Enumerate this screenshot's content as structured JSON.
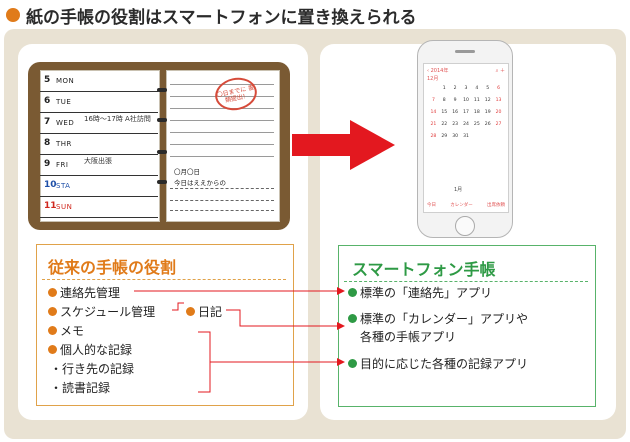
{
  "title": "紙の手帳の役割はスマートフォンに置き換えられる",
  "organizer": {
    "days": [
      {
        "num": "5",
        "weekday": "MON",
        "memo": "",
        "style": "normal"
      },
      {
        "num": "6",
        "weekday": "TUE",
        "memo": "",
        "style": "normal"
      },
      {
        "num": "7",
        "weekday": "WED",
        "memo": "16時～17時 A社訪問",
        "style": "normal"
      },
      {
        "num": "8",
        "weekday": "THR",
        "memo": "",
        "style": "normal"
      },
      {
        "num": "9",
        "weekday": "FRI",
        "memo": "大阪出張",
        "style": "normal"
      },
      {
        "num": "10",
        "weekday": "STA",
        "memo": "",
        "style": "sat"
      },
      {
        "num": "11",
        "weekday": "SUN",
        "memo": "",
        "style": "sun"
      }
    ],
    "stamp": "〇日までに 書類提出！",
    "note_date": "〇月〇日",
    "note_text": "今日はええからの"
  },
  "phone": {
    "header_left": "‹ 2014年",
    "month_label": "12月",
    "header_icons": "⌕ ＋",
    "calendar": [
      [
        "",
        "1",
        "2",
        "3",
        "4",
        "5",
        "6"
      ],
      [
        "7",
        "8",
        "9",
        "10",
        "11",
        "12",
        "13"
      ],
      [
        "14",
        "15",
        "16",
        "17",
        "18",
        "19",
        "20"
      ],
      [
        "21",
        "22",
        "23",
        "24",
        "25",
        "26",
        "27"
      ],
      [
        "28",
        "29",
        "30",
        "31",
        "",
        "",
        ""
      ]
    ],
    "next_month": "1月",
    "footer": [
      "今日",
      "カレンダー",
      "出席依頼"
    ]
  },
  "left_box": {
    "title": "従来の手帳の役割",
    "items": {
      "contacts": "連絡先管理",
      "schedule": "スケジュール管理",
      "diary": "日記",
      "memo": "メモ",
      "personal": "個人的な記録",
      "destinations": "・行き先の記録",
      "reading": "・読書記録"
    }
  },
  "right_box": {
    "title": "スマートフォン手帳",
    "items": {
      "contacts_app": "標準の「連絡先」アプリ",
      "calendar_app_1": "標準の「カレンダー」アプリや",
      "calendar_app_2": "各種の手帳アプリ",
      "records_app": "目的に応じた各種の記録アプリ"
    }
  },
  "colors": {
    "orange": "#e07b1a",
    "green": "#2e9a45",
    "arrow_red": "#e3181f",
    "frame_beige": "#e9e2d3"
  }
}
